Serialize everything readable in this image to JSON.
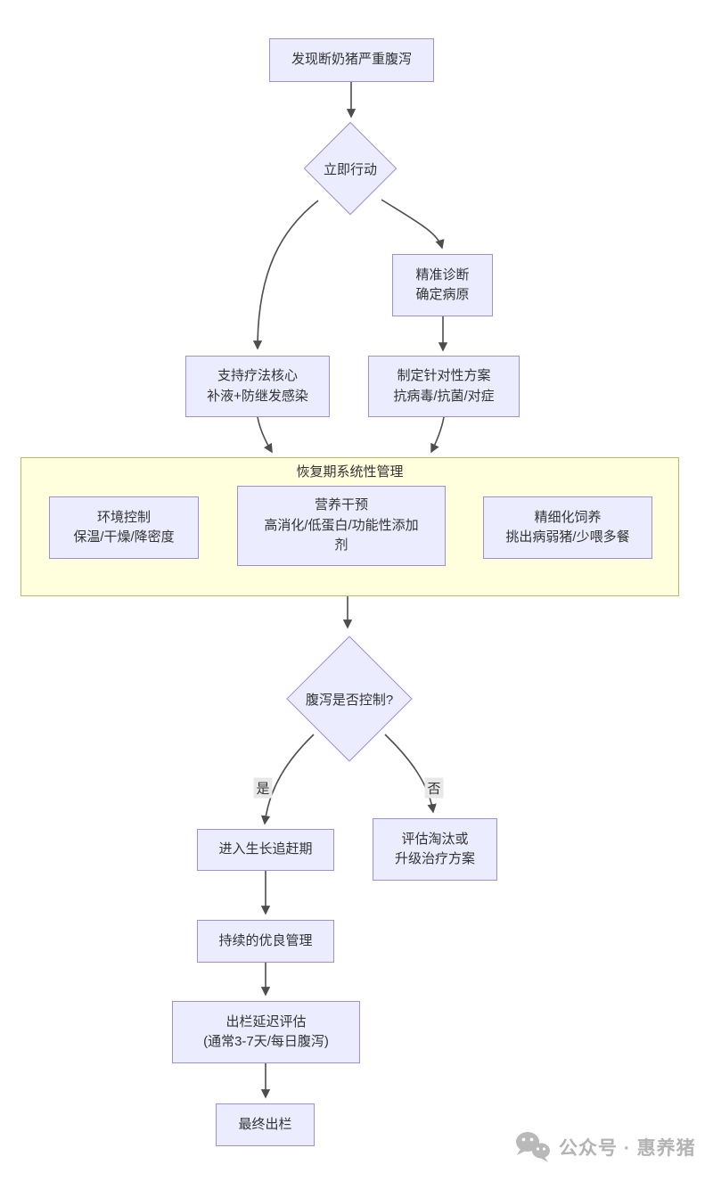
{
  "colors": {
    "node_fill": "#ECECFF",
    "node_border": "#9E8FD6",
    "cluster_fill": "#FFFFDE",
    "cluster_border": "#B9B96A",
    "edge": "#4D4D4D",
    "edge_label_bg": "#E8E8E8",
    "text": "#333333",
    "watermark": "#B3B3B3"
  },
  "flowchart": {
    "nodes": {
      "start": {
        "label": "发现断奶猪严重腹泻"
      },
      "act_now": {
        "label": "立即行动"
      },
      "diagnose": {
        "lines": [
          "精准诊断",
          "确定病原"
        ]
      },
      "support": {
        "lines": [
          "支持疗法核心",
          "补液+防继发感染"
        ]
      },
      "plan": {
        "lines": [
          "制定针对性方案",
          "抗病毒/抗菌/对症"
        ]
      },
      "controlled": {
        "label": "腹泻是否控制?"
      },
      "catchup": {
        "label": "进入生长追赶期"
      },
      "evaluate": {
        "lines": [
          "评估淘汰或",
          "升级治疗方案"
        ]
      },
      "management": {
        "label": "持续的优良管理"
      },
      "delay": {
        "lines": [
          "出栏延迟评估",
          "(通常3-7天/每日腹泻)"
        ]
      },
      "final": {
        "label": "最终出栏"
      }
    },
    "cluster": {
      "title": "恢复期系统性管理",
      "env": {
        "lines": [
          "环境控制",
          "保温/干燥/降密度"
        ]
      },
      "nutrition": {
        "lines": [
          "营养干预",
          "高消化/低蛋白/功能性添加",
          "剂"
        ]
      },
      "care": {
        "lines": [
          "精细化饲养",
          "挑出病弱猪/少喂多餐"
        ]
      }
    },
    "edge_labels": {
      "yes": "是",
      "no": "否"
    }
  },
  "watermark": {
    "text": "公众号 · 惠养猪"
  }
}
